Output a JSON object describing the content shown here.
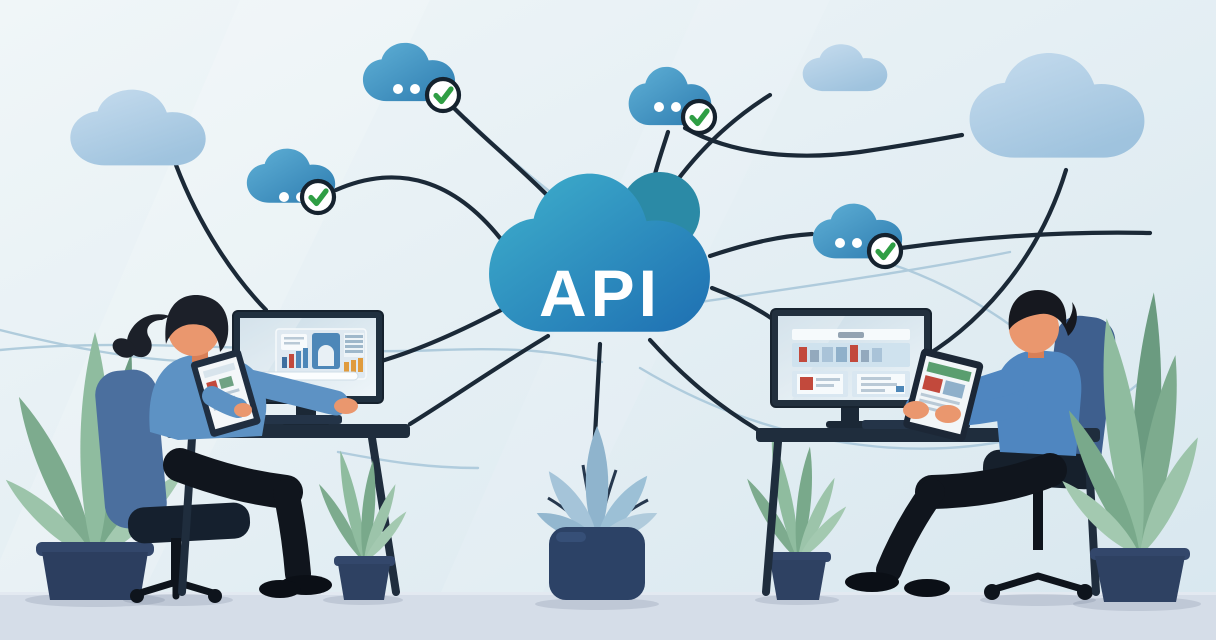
{
  "illustration": {
    "api_label": "API",
    "scene": "Flat vector illustration: central API cloud hub connected by lines to client clouds with green verification checkmarks; two workers at desks with monitors, tablets and potted plants",
    "clouds": [
      {
        "name": "api-cloud",
        "label": "API",
        "verified": false,
        "style": "large-blue"
      },
      {
        "name": "cloud-top-verified",
        "verified": true,
        "style": "blue"
      },
      {
        "name": "cloud-left-verified",
        "verified": true,
        "style": "blue"
      },
      {
        "name": "cloud-mid-verified",
        "verified": true,
        "style": "blue"
      },
      {
        "name": "cloud-right-verified",
        "verified": true,
        "style": "blue"
      },
      {
        "name": "cloud-left-plain",
        "verified": false,
        "style": "light"
      },
      {
        "name": "cloud-topright-plain",
        "verified": false,
        "style": "light"
      },
      {
        "name": "cloud-bigright-plain",
        "verified": false,
        "style": "light"
      }
    ],
    "people": [
      {
        "name": "worker-left",
        "pose": "seated facing right, using tablet and desktop monitor with dashboard"
      },
      {
        "name": "worker-right",
        "pose": "seated facing left, using tablet and desktop monitor with webpage"
      }
    ],
    "colors": {
      "api_cloud_top": "#3fb0cc",
      "api_cloud_bottom": "#1e6fb2",
      "client_cloud_top": "#5fb0d6",
      "client_cloud_bottom": "#2e7cb0",
      "plain_cloud_top": "#c6dcee",
      "plain_cloud_bottom": "#9fc3de",
      "check_green": "#2f9e44",
      "badge_ring": "#15222e",
      "line_dark": "#1b2937",
      "line_light": "#aac8da",
      "desk_navy": "#1f2d3d",
      "floor": "#d5dde8",
      "plant_green": "#8fbc9f",
      "plant_blue": "#9db9d2",
      "pot_navy": "#2e4162",
      "shirt_blue_left": "#5d92c4",
      "shirt_blue_right": "#4f86c0",
      "skin": "#ea976e",
      "accent_red": "#c2493c",
      "accent_orange": "#e09b3d",
      "background_light": "#f0f6f8",
      "background_dark": "#d8e7ef"
    }
  }
}
